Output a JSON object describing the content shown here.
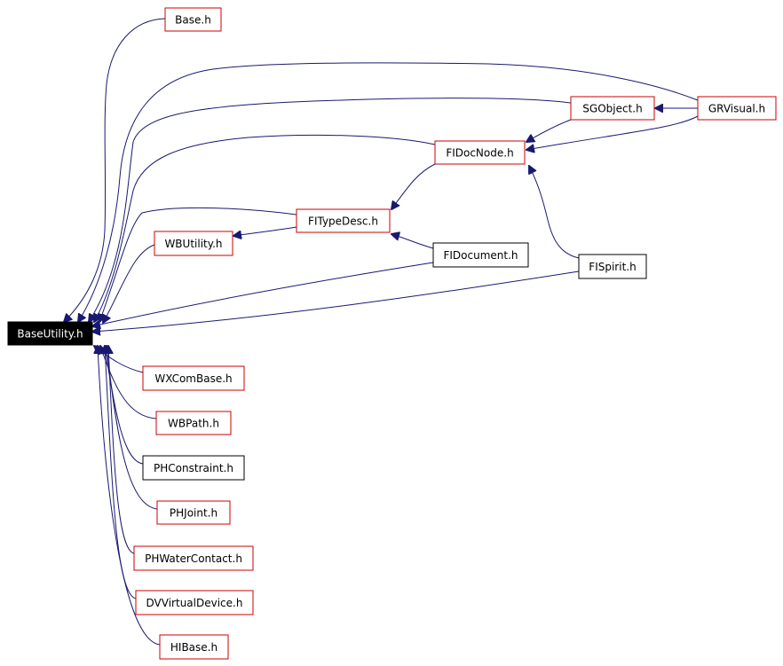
{
  "colors": {
    "edge": "#191970",
    "border_linked": "#cc0000",
    "border_plain": "#000000",
    "focus_fill": "#000000",
    "focus_text": "#ffffff"
  },
  "nodes": {
    "base_utility": {
      "label": "BaseUtility.h",
      "style": "focus"
    },
    "base": {
      "label": "Base.h",
      "style": "linked"
    },
    "sgobject": {
      "label": "SGObject.h",
      "style": "linked"
    },
    "grvisual": {
      "label": "GRVisual.h",
      "style": "linked"
    },
    "fidocnode": {
      "label": "FIDocNode.h",
      "style": "linked"
    },
    "fitypedesc": {
      "label": "FITypeDesc.h",
      "style": "linked"
    },
    "wbutility": {
      "label": "WBUtility.h",
      "style": "linked"
    },
    "fidocument": {
      "label": "FIDocument.h",
      "style": "plain"
    },
    "fispirit": {
      "label": "FISpirit.h",
      "style": "plain"
    },
    "wxcombase": {
      "label": "WXComBase.h",
      "style": "linked"
    },
    "wbpath": {
      "label": "WBPath.h",
      "style": "linked"
    },
    "phconstraint": {
      "label": "PHConstraint.h",
      "style": "plain"
    },
    "phjoint": {
      "label": "PHJoint.h",
      "style": "linked"
    },
    "phwatercontact": {
      "label": "PHWaterContact.h",
      "style": "linked"
    },
    "dvvirtualdevice": {
      "label": "DVVirtualDevice.h",
      "style": "linked"
    },
    "hibase": {
      "label": "HIBase.h",
      "style": "linked"
    }
  },
  "edges": [
    {
      "from": "base",
      "to": "base_utility"
    },
    {
      "from": "grvisual",
      "to": "base_utility"
    },
    {
      "from": "grvisual",
      "to": "sgobject"
    },
    {
      "from": "grvisual",
      "to": "fidocnode"
    },
    {
      "from": "sgobject",
      "to": "base_utility"
    },
    {
      "from": "sgobject",
      "to": "fidocnode"
    },
    {
      "from": "fidocnode",
      "to": "base_utility"
    },
    {
      "from": "fidocnode",
      "to": "fitypedesc"
    },
    {
      "from": "fitypedesc",
      "to": "base_utility"
    },
    {
      "from": "fitypedesc",
      "to": "wbutility"
    },
    {
      "from": "wbutility",
      "to": "base_utility"
    },
    {
      "from": "fidocument",
      "to": "base_utility"
    },
    {
      "from": "fidocument",
      "to": "fitypedesc"
    },
    {
      "from": "fispirit",
      "to": "base_utility"
    },
    {
      "from": "fispirit",
      "to": "fidocnode"
    },
    {
      "from": "wxcombase",
      "to": "base_utility"
    },
    {
      "from": "wbpath",
      "to": "base_utility"
    },
    {
      "from": "phconstraint",
      "to": "base_utility"
    },
    {
      "from": "phjoint",
      "to": "base_utility"
    },
    {
      "from": "phwatercontact",
      "to": "base_utility"
    },
    {
      "from": "dvvirtualdevice",
      "to": "base_utility"
    },
    {
      "from": "hibase",
      "to": "base_utility"
    }
  ]
}
